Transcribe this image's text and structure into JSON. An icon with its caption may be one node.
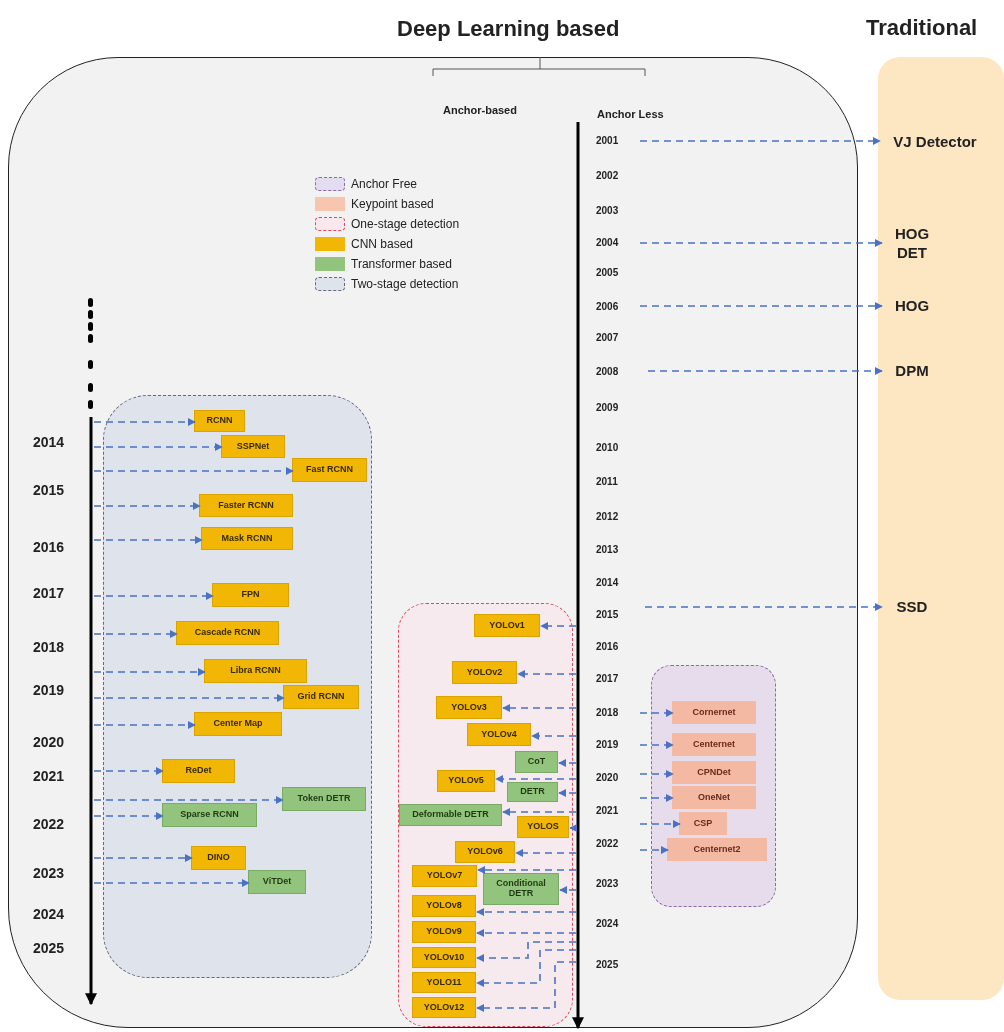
{
  "diagram": {
    "nodes": [
      {
        "text": [
          "Deep Learning based"
        ]
      },
      {
        "text": [
          "Traditional"
        ]
      },
      {
        "text": [
          "VJ Detector"
        ],
        "in": 1
      },
      {
        "text": [
          "HOG DET"
        ],
        "in": 1
      },
      {
        "text": [
          "HOG"
        ],
        "in": 1
      },
      {
        "text": [
          "DPM"
        ],
        "in": 1
      },
      {
        "text": [
          "SSD"
        ],
        "in": 1
      },
      {
        "text": [],
        "shape": "box",
        "in": 0
      },
      {
        "text": [
          "RCNN"
        ],
        "in": 7
      },
      {
        "text": [
          "SSPNet"
        ],
        "in": 7
      },
      {
        "text": [
          "Fast RCNN"
        ],
        "in": 7
      },
      {
        "text": [
          "Faster RCNN"
        ],
        "in": 7
      },
      {
        "text": [
          "Mask RCNN"
        ],
        "in": 7
      },
      {
        "text": [
          "FPN"
        ],
        "in": 7
      },
      {
        "text": [
          "Cascade RCNN"
        ],
        "in": 7
      },
      {
        "text": [
          "Libra RCNN"
        ],
        "in": 7
      },
      {
        "text": [
          "Grid RCNN"
        ],
        "in": 7
      },
      {
        "text": [
          "Center Map"
        ],
        "in": 7
      },
      {
        "text": [
          "ReDet"
        ],
        "in": 7
      },
      {
        "text": [
          "Token DETR"
        ],
        "in": 7
      },
      {
        "text": [
          "Sparse RCNN"
        ],
        "in": 7
      },
      {
        "text": [
          "DINO"
        ],
        "in": 7
      },
      {
        "text": [
          "ViTDet"
        ],
        "in": 7
      },
      {
        "text": [],
        "shape": "box",
        "in": 0
      },
      {
        "text": [
          "YOLOv1"
        ],
        "in": 23
      },
      {
        "text": [
          "YOLOv2"
        ],
        "in": 23
      },
      {
        "text": [
          "YOLOv3"
        ],
        "in": 23
      },
      {
        "text": [
          "YOLOv4"
        ],
        "in": 23
      },
      {
        "text": [
          "CoT"
        ],
        "in": 23
      },
      {
        "text": [
          "YOLOv5"
        ],
        "in": 23
      },
      {
        "text": [
          "DETR"
        ],
        "in": 23
      },
      {
        "text": [
          "Deformable DETR"
        ],
        "in": 23
      },
      {
        "text": [
          "YOLOS"
        ],
        "in": 23
      },
      {
        "text": [
          "YOLOv6"
        ],
        "in": 23
      },
      {
        "text": [
          "YOLOv7"
        ],
        "in": 23
      },
      {
        "text": [
          "Conditional DETR"
        ],
        "in": 23
      },
      {
        "text": [
          "YOLOv8"
        ],
        "in": 23
      },
      {
        "text": [
          "YOLOv9"
        ],
        "in": 23
      },
      {
        "text": [
          "YOLOv10"
        ],
        "in": 23
      },
      {
        "text": [
          "YOLO11"
        ],
        "in": 23
      },
      {
        "text": [
          "YOLOv12"
        ],
        "in": 23
      },
      {
        "text": [],
        "shape": "box",
        "in": 0
      },
      {
        "text": [
          "Cornernet"
        ],
        "in": 41
      },
      {
        "text": [
          "Centernet"
        ],
        "in": 41
      },
      {
        "text": [
          "CPNDet"
        ],
        "in": 41
      },
      {
        "text": [
          "OneNet"
        ],
        "in": 41
      },
      {
        "text": [
          "CSP"
        ],
        "in": 41
      },
      {
        "text": [
          "Centernet2"
        ],
        "in": 41
      }
    ],
    "edges": [
      {
        "from": null,
        "to": 2,
        "arrow": "to"
      },
      {
        "from": null,
        "to": 3,
        "arrow": "to"
      },
      {
        "from": null,
        "to": 4,
        "arrow": "to"
      },
      {
        "from": null,
        "to": 5,
        "arrow": "to"
      },
      {
        "from": null,
        "to": 6,
        "arrow": "to"
      },
      {
        "from": null,
        "to": 8,
        "arrow": "to"
      },
      {
        "from": null,
        "to": 9,
        "arrow": "to"
      },
      {
        "from": null,
        "to": 10,
        "arrow": "to"
      },
      {
        "from": null,
        "to": 11,
        "arrow": "to"
      },
      {
        "from": null,
        "to": 12,
        "arrow": "to"
      },
      {
        "from": null,
        "to": 13,
        "arrow": "to"
      },
      {
        "from": null,
        "to": 14,
        "arrow": "to"
      },
      {
        "from": null,
        "to": 15,
        "arrow": "to"
      },
      {
        "from": null,
        "to": 16,
        "arrow": "to"
      },
      {
        "from": null,
        "to": 17,
        "arrow": "to"
      },
      {
        "from": null,
        "to": 18,
        "arrow": "to"
      },
      {
        "from": null,
        "to": 19,
        "arrow": "to"
      },
      {
        "from": null,
        "to": 20,
        "arrow": "to"
      },
      {
        "from": null,
        "to": 21,
        "arrow": "to"
      },
      {
        "from": null,
        "to": 22,
        "arrow": "to"
      },
      {
        "from": null,
        "to": 24,
        "arrow": "to"
      },
      {
        "from": null,
        "to": 25,
        "arrow": "to"
      },
      {
        "from": null,
        "to": 26,
        "arrow": "to"
      },
      {
        "from": null,
        "to": 27,
        "arrow": "to"
      },
      {
        "from": null,
        "to": 28,
        "arrow": "to"
      },
      {
        "from": null,
        "to": 29,
        "arrow": "to"
      },
      {
        "from": null,
        "to": 30,
        "arrow": "to"
      },
      {
        "from": null,
        "to": 31,
        "arrow": "to"
      },
      {
        "from": null,
        "to": 32,
        "arrow": "to"
      },
      {
        "from": null,
        "to": 33,
        "arrow": "to"
      },
      {
        "from": null,
        "to": 34,
        "arrow": "to"
      },
      {
        "from": null,
        "to": 35,
        "arrow": "to"
      },
      {
        "from": null,
        "to": 36,
        "arrow": "to"
      },
      {
        "from": null,
        "to": 37,
        "arrow": "to"
      },
      {
        "from": null,
        "to": 38,
        "arrow": "to"
      },
      {
        "from": null,
        "to": 39,
        "arrow": "to"
      },
      {
        "from": null,
        "to": 40,
        "arrow": "to"
      },
      {
        "from": null,
        "to": 42,
        "arrow": "to"
      },
      {
        "from": null,
        "to": 43,
        "arrow": "to"
      },
      {
        "from": null,
        "to": 44,
        "arrow": "to"
      },
      {
        "from": null,
        "to": 45,
        "arrow": "to"
      },
      {
        "from": null,
        "to": 46,
        "arrow": "to"
      },
      {
        "from": null,
        "to": 47,
        "arrow": "to"
      }
    ],
    "labels": [
      "Anchor-based",
      "Anchor Less",
      "2001",
      "2002",
      "2003",
      "2004",
      "2005",
      "2006",
      "2007",
      "2008",
      "2009",
      "2010",
      "2011",
      "2012",
      "2013",
      "2014",
      "2015",
      "2016",
      "2017",
      "2018",
      "2019",
      "2020",
      "2021",
      "2022",
      "2023",
      "2024",
      "2025",
      "2014",
      "2015",
      "2016",
      "2017",
      "2018",
      "2019",
      "2020",
      "2021",
      "2022",
      "2023",
      "2024",
      "2025"
    ],
    "legend": [
      {
        "text": "Anchor Free"
      },
      {
        "text": "Keypoint based",
        "color": "#f6c6ae"
      },
      {
        "text": "One-stage detection"
      },
      {
        "text": "CNN based",
        "color": "#f2b705"
      },
      {
        "text": "Transformer based",
        "color": "#93c47d"
      },
      {
        "text": "Two-stage detection"
      }
    ]
  }
}
